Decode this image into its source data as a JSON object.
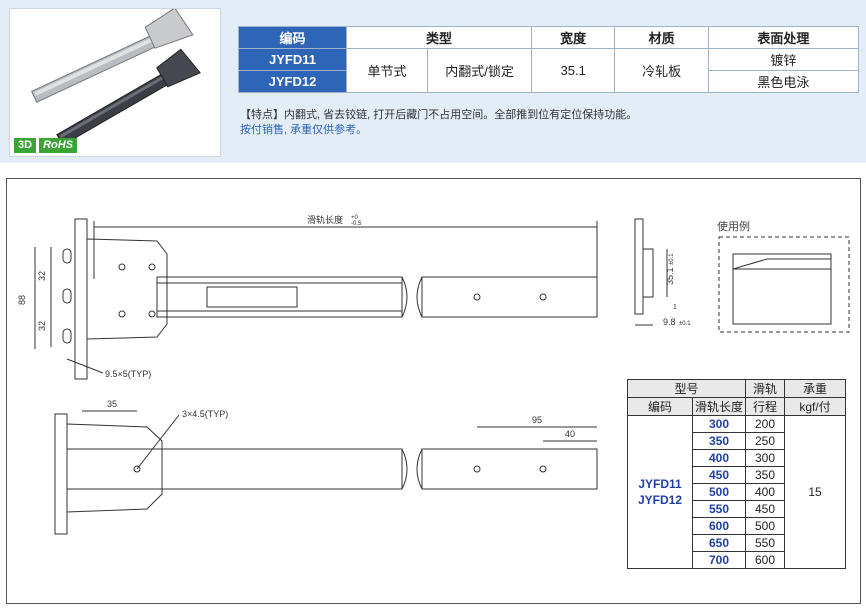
{
  "badges": {
    "b3d": "3D",
    "rohs": "RoHS"
  },
  "spec_table": {
    "headers": {
      "code": "编码",
      "type": "类型",
      "width": "宽度",
      "material": "材质",
      "surface": "表面处理"
    },
    "codes": [
      "JYFD11",
      "JYFD12"
    ],
    "type_a": "单节式",
    "type_b": "内翻式/锁定",
    "width": "35.1",
    "material": "冷轧板",
    "surfaces": [
      "镀锌",
      "黑色电泳"
    ]
  },
  "feature": {
    "line1": "【特点】内翻式, 省去铰链, 打开后藏门不占用空间。全部推到位有定位保持功能。",
    "line2": "按付销售, 承重仅供参考。"
  },
  "drawing": {
    "rail_length": "滑轨长度",
    "rail_tol_up": "+0",
    "rail_tol_dn": "-0.5",
    "d32a": "32",
    "d88": "88",
    "d32b": "32",
    "slot": "9.5×5(TYP)",
    "d35": "35",
    "hole": "3×4.5(TYP)",
    "d95": "95",
    "d40": "40",
    "h35": "35.1",
    "h35tol": "±0.1",
    "t1": "1",
    "w98": "9.8",
    "w98tol": "±0.1",
    "usage": "使用例"
  },
  "spec_list": {
    "h_model": "型号",
    "h_stroke1": "滑轨",
    "h_stroke2": "行程",
    "h_load1": "承重",
    "h_load2": "kgf/付",
    "h_code": "编码",
    "h_len": "滑轨长度",
    "models": [
      "JYFD11",
      "JYFD12"
    ],
    "rows": [
      {
        "len": "300",
        "stroke": "200"
      },
      {
        "len": "350",
        "stroke": "250"
      },
      {
        "len": "400",
        "stroke": "300"
      },
      {
        "len": "450",
        "stroke": "350"
      },
      {
        "len": "500",
        "stroke": "400"
      },
      {
        "len": "550",
        "stroke": "450"
      },
      {
        "len": "600",
        "stroke": "500"
      },
      {
        "len": "650",
        "stroke": "550"
      },
      {
        "len": "700",
        "stroke": "600"
      }
    ],
    "load": "15"
  }
}
